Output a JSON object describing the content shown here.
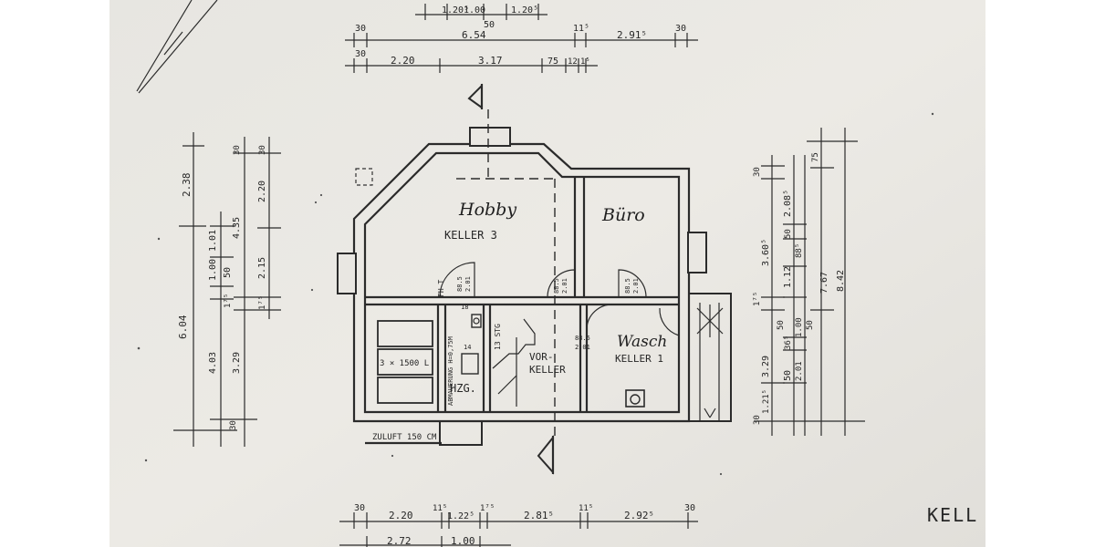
{
  "rooms": {
    "hobby": "Hobby",
    "hobby_sub": "KELLER 3",
    "buero": "Büro",
    "wasch": "Wasch",
    "wasch_sub": "KELLER 1",
    "vor1": "VOR-",
    "vor2": "KELLER",
    "hzg": "HZG.",
    "tank": "3 × 1500 L",
    "abmauerung": "ABMAUERUNG H=0,75M",
    "zuluft": "ZULUFT 150 CM",
    "stg": "13 STG",
    "fht": "FH-T",
    "partial_title": "KELL"
  },
  "doors": {
    "d1_w": "88.5",
    "d1_h": "2.01",
    "d2_w": "88.5",
    "d2_h": "2.01",
    "d3_w": "88.5",
    "d3_h": "2.01",
    "d4_w": "88.5",
    "d4_h": "2.01",
    "n18": "18",
    "n14": "14"
  },
  "dims_top": {
    "r0": [
      "1.20⁵",
      "1.00",
      "1.20⁵",
      "50"
    ],
    "r1": [
      "30",
      "6.54",
      "11⁵",
      "2.91⁵",
      "30"
    ],
    "r2": [
      "30",
      "2.20",
      "3.17",
      "75",
      "12",
      "1⁵"
    ]
  },
  "dims_left": [
    "2.38",
    "6.04",
    "4.03",
    "1.01",
    "1.00",
    "30",
    "30",
    "4.35",
    "50",
    "1⁷⁵",
    "3.29",
    "30",
    "2.20",
    "2.15",
    "1⁷⁵"
  ],
  "dims_right": [
    "30",
    "3.60⁵",
    "1⁷⁵",
    "3.29",
    "1.21⁵",
    "2.08⁵",
    "50",
    "1.12",
    "50",
    "36⁵",
    "50",
    "88⁵",
    "1.00",
    "2.01",
    "50",
    "75",
    "7.67",
    "8.42",
    "30"
  ],
  "dims_bottom": {
    "r1": [
      "30",
      "2.20",
      "11⁵",
      "1.22⁵",
      "1⁷⁵",
      "2.81⁵",
      "11⁵",
      "2.92⁵",
      "30"
    ],
    "r2": [
      "2.72",
      "1.00"
    ]
  }
}
